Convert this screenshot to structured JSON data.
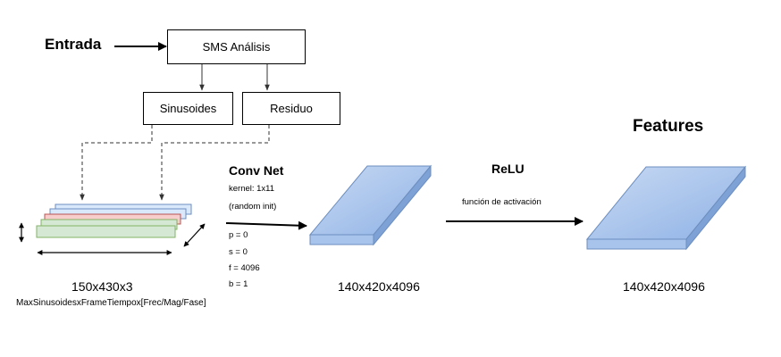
{
  "input": {
    "label": "Entrada"
  },
  "boxes": {
    "sms": "SMS Análisis",
    "sinusoides": "Sinusoides",
    "residuo": "Residuo"
  },
  "input_block": {
    "dims": "150x430x3",
    "caption": "MaxSinusoidesxFrameTiempox[Frec/Mag/Fase]"
  },
  "conv": {
    "title": "Conv Net",
    "kernel": "kernel: 1x11",
    "init": "(random init)",
    "params": [
      "p = 0",
      "s = 0",
      "f = 4096",
      "b = 1"
    ]
  },
  "conv_output": {
    "dims": "140x420x4096"
  },
  "relu": {
    "title": "ReLU",
    "caption": "función de activación"
  },
  "features": {
    "title": "Features",
    "dims": "140x420x4096"
  },
  "colors": {
    "slab_fill_top": "#c9daf3",
    "slab_fill_bottom": "#8fb2e6",
    "slab_edge": "#6c8ebf",
    "layer_blue": "#dae8fc",
    "layer_red": "#f8cecc",
    "layer_green": "#d5e8d4"
  }
}
